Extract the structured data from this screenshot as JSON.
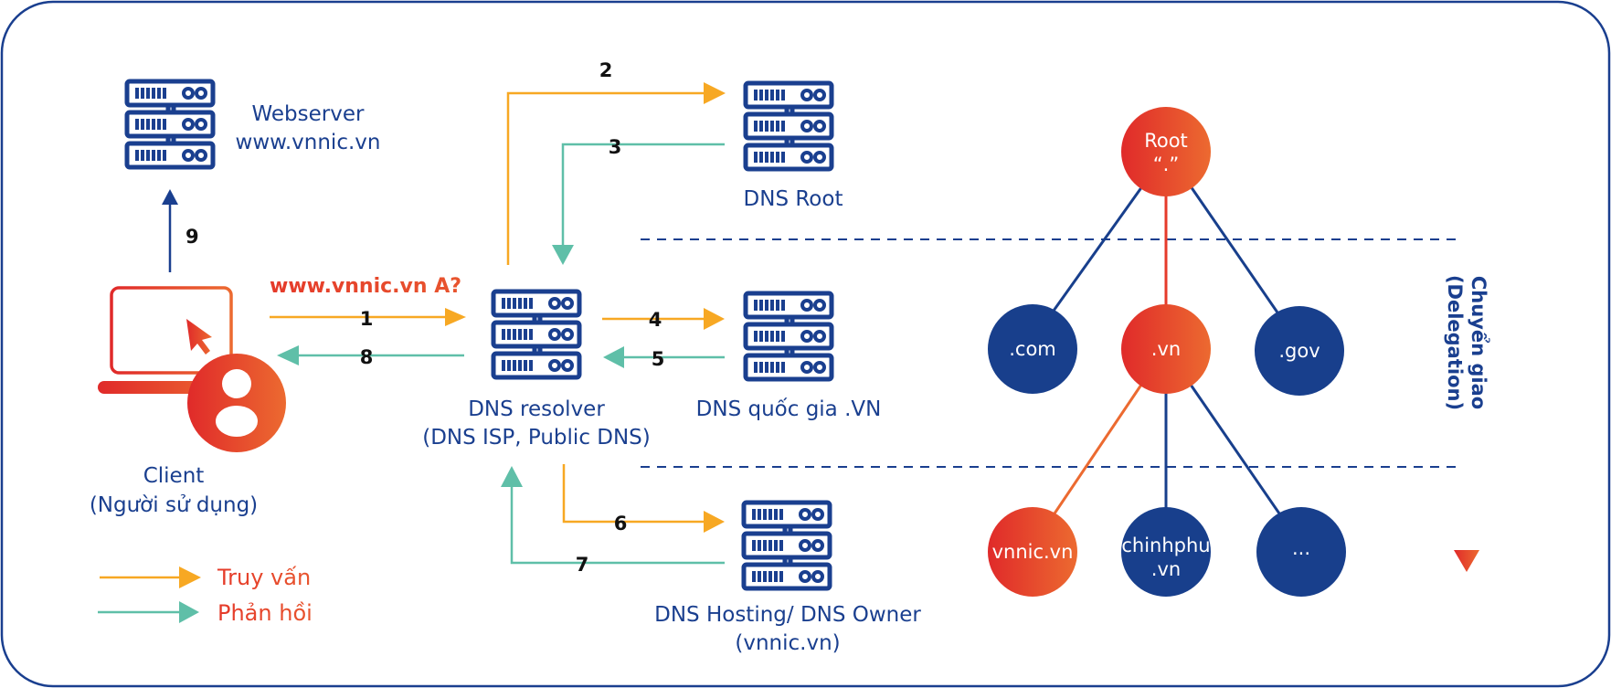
{
  "colors": {
    "border": "#1a3f8f",
    "server": "#1a3f8f",
    "query_arrow": "#f7a823",
    "response_arrow": "#5fbfa8",
    "accent_red": "#e02a2a",
    "accent_orange": "#ec6a30",
    "node_blue": "#183f8c",
    "label_blue": "#1a3f8f",
    "step_number": "#111111"
  },
  "webserver": {
    "line1": "Webserver",
    "line2": "www.vnnic.vn",
    "icon": "server-icon"
  },
  "client": {
    "line1": "Client",
    "line2": "(Người sử dụng)",
    "icons": [
      "laptop-icon",
      "cursor-icon",
      "user-icon"
    ]
  },
  "query": {
    "label": "www.vnnic.vn A?"
  },
  "resolver": {
    "line1": "DNS resolver",
    "line2": "(DNS ISP, Public DNS)",
    "icon": "server-icon"
  },
  "dns_root": {
    "label": "DNS Root",
    "icon": "server-icon"
  },
  "dns_vn": {
    "label": "DNS quốc gia .VN",
    "icon": "server-icon"
  },
  "dns_hosting": {
    "line1": "DNS Hosting/ DNS Owner",
    "line2": "(vnnic.vn)",
    "icon": "server-icon"
  },
  "steps": [
    {
      "n": "1",
      "type": "query",
      "from": "client",
      "to": "resolver"
    },
    {
      "n": "2",
      "type": "query",
      "from": "resolver",
      "to": "dns_root"
    },
    {
      "n": "3",
      "type": "response",
      "from": "dns_root",
      "to": "resolver"
    },
    {
      "n": "4",
      "type": "query",
      "from": "resolver",
      "to": "dns_vn"
    },
    {
      "n": "5",
      "type": "response",
      "from": "dns_vn",
      "to": "resolver"
    },
    {
      "n": "6",
      "type": "query",
      "from": "resolver",
      "to": "dns_hosting"
    },
    {
      "n": "7",
      "type": "response",
      "from": "dns_hosting",
      "to": "resolver"
    },
    {
      "n": "8",
      "type": "response",
      "from": "resolver",
      "to": "client"
    },
    {
      "n": "9",
      "type": "access",
      "from": "client",
      "to": "webserver"
    }
  ],
  "legend": {
    "query": "Truy vấn",
    "response": "Phản hồi"
  },
  "tree": {
    "root": {
      "line1": "Root",
      "line2": "“.”",
      "highlight": true
    },
    "level1": [
      {
        "label": ".com",
        "highlight": false
      },
      {
        "label": ".vn",
        "highlight": true
      },
      {
        "label": ".gov",
        "highlight": false
      }
    ],
    "level2": [
      {
        "label": "vnnic.vn",
        "highlight": true
      },
      {
        "line1": "chinhphu",
        "line2": ".vn",
        "highlight": false
      },
      {
        "label": "...",
        "highlight": false
      }
    ]
  },
  "delegation": {
    "line1": "Chuyển giao",
    "line2": "(Delegation)"
  }
}
